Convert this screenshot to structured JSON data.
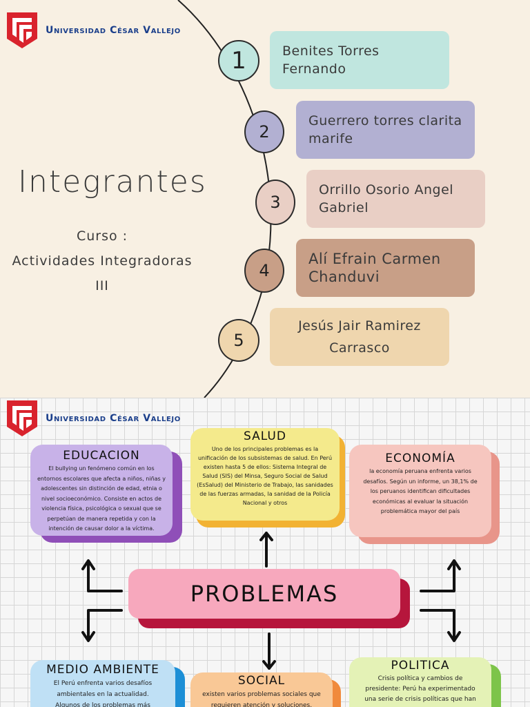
{
  "logo": {
    "name": "Universidad César Vallejo"
  },
  "slide1": {
    "title": "Integrantes",
    "course_label": "Curso :",
    "course_name": "Actividades Integradoras",
    "course_number": "III",
    "members": [
      {
        "number": "1",
        "name": "Benites Torres Fernando",
        "color": "#c0e6df"
      },
      {
        "number": "2",
        "name": "Guerrero torres clarita marife",
        "color": "#b2b0d2"
      },
      {
        "number": "3",
        "name": "Orrillo Osorio Angel Gabriel",
        "color": "#e9cfc5"
      },
      {
        "number": "4",
        "name": "Alí Efrain Carmen Chanduvi",
        "color": "#c89f87"
      },
      {
        "number": "5",
        "name": "Jesús Jair Ramirez Carrasco",
        "color": "#efd6ae"
      }
    ]
  },
  "slide2": {
    "center": "PROBLEMAS",
    "educacion": {
      "title": "EDUCACION",
      "text": "El bullying un fenómeno común en los entornos escolares que afecta a niños, niñas y adolescentes sin distinción de edad, etnia o nivel socioeconómico. Consiste en actos de violencia física, psicológica o sexual que se perpetúan de manera repetida y con la intención de causar dolor a la víctima."
    },
    "salud": {
      "title": "SALUD",
      "text": "Uno de los principales problemas es la unificación de los subsistemas de salud. En Perú existen hasta 5 de ellos: Sistema Integral de Salud (SIS) del Minsa, Seguro Social de Salud (EsSalud) del Ministerio de Trabajo, las sanidades de las fuerzas armadas, la sanidad de la Policía Nacional y otros"
    },
    "economia": {
      "title": "ECONOMÍA",
      "text": "la economía peruana enfrenta varios desafíos. Según un informe, un 38,1% de los peruanos identifican dificultades económicas al evaluar la situación problemática mayor del país"
    },
    "medio_ambiente": {
      "title": "MEDIO AMBIENTE",
      "text": "El Perú enfrenta varios desafíos ambientales en la actualidad. Algunos de los problemas más"
    },
    "social": {
      "title": "SOCIAL",
      "text": "existen varios problemas sociales que requieren atención y soluciones."
    },
    "politica": {
      "title": "POLITICA",
      "text": "Crisis política y cambios de presidente: Perú ha experimentado una serie de crisis políticas que han"
    }
  }
}
